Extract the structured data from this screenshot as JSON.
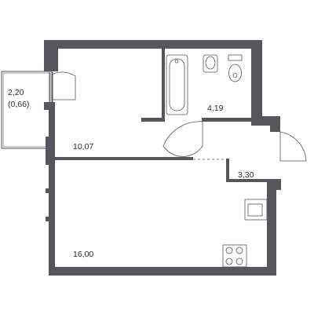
{
  "rooms": {
    "balcony_area": "2,20",
    "balcony_reduced": "(0,66)",
    "hallway_area": "10,07",
    "bathroom_area": "4,19",
    "kitchen_area": "3,30",
    "living_area": "16,00"
  },
  "colors": {
    "wall": "#56565c",
    "text": "#2d2d32",
    "background": "#ffffff"
  }
}
